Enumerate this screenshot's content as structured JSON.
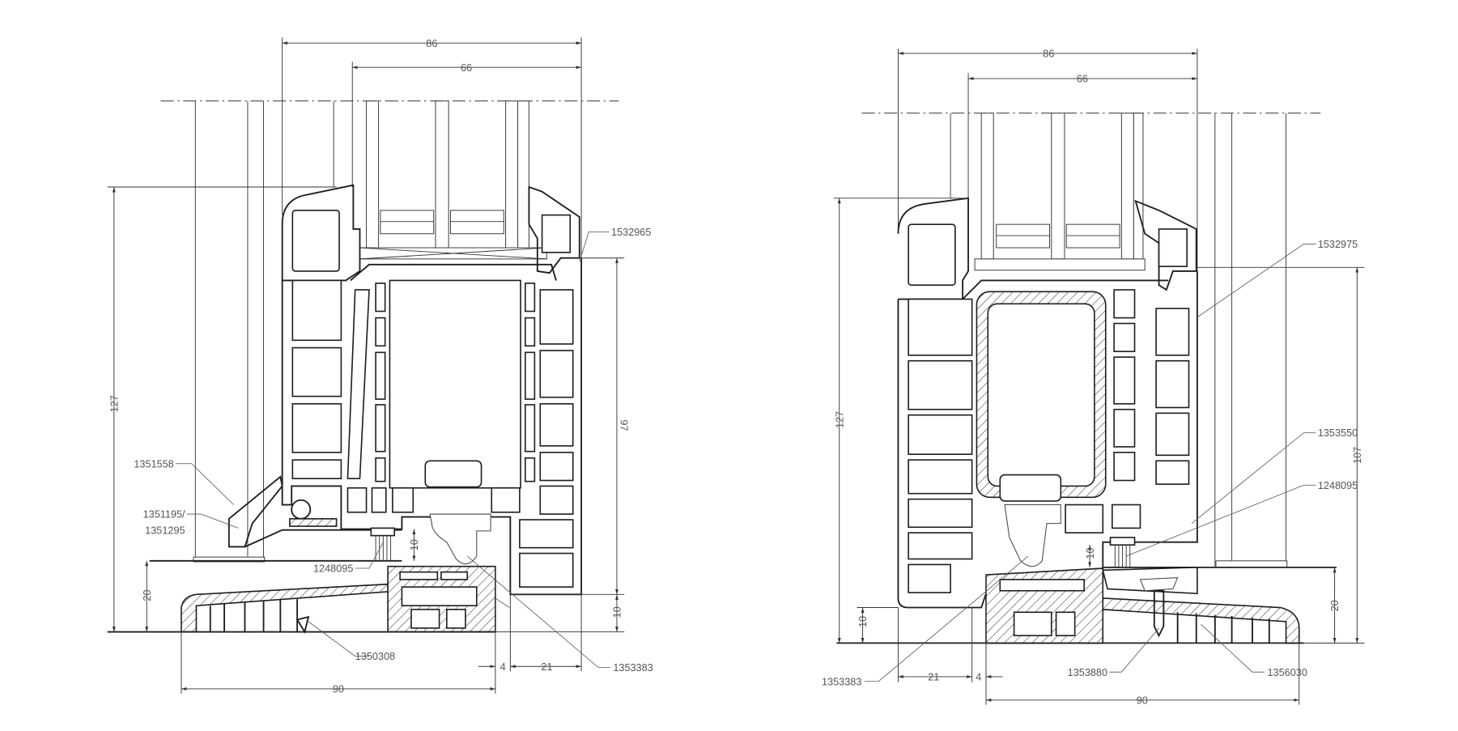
{
  "left_section": {
    "dimensions": {
      "width_outer": "86",
      "width_glazing": "66",
      "height_total": "127",
      "height_frame": "97",
      "threshold_height": "20",
      "frame_offset": "10",
      "sill_gap": "10",
      "offset_small": "4",
      "offset_frame": "21",
      "threshold_width": "90"
    },
    "part_numbers": {
      "glazing_bead": "1532965",
      "drip_cap": "1351558",
      "cover_a": "1351195/",
      "cover_b": "1351295",
      "brush_seal": "1248095",
      "threshold": "1350308",
      "seal": "1353383"
    }
  },
  "right_section": {
    "dimensions": {
      "width_outer": "86",
      "width_glazing": "66",
      "height_total": "127",
      "height_frame": "107",
      "threshold_height": "20",
      "frame_offset": "10",
      "sill_gap": "10",
      "offset_frame": "21",
      "offset_small": "4",
      "threshold_width": "90"
    },
    "part_numbers": {
      "glazing_bead": "1532975",
      "profile": "1353550",
      "brush_seal": "1248095",
      "seal": "1353383",
      "anchor": "1353880",
      "threshold": "1356030"
    }
  }
}
